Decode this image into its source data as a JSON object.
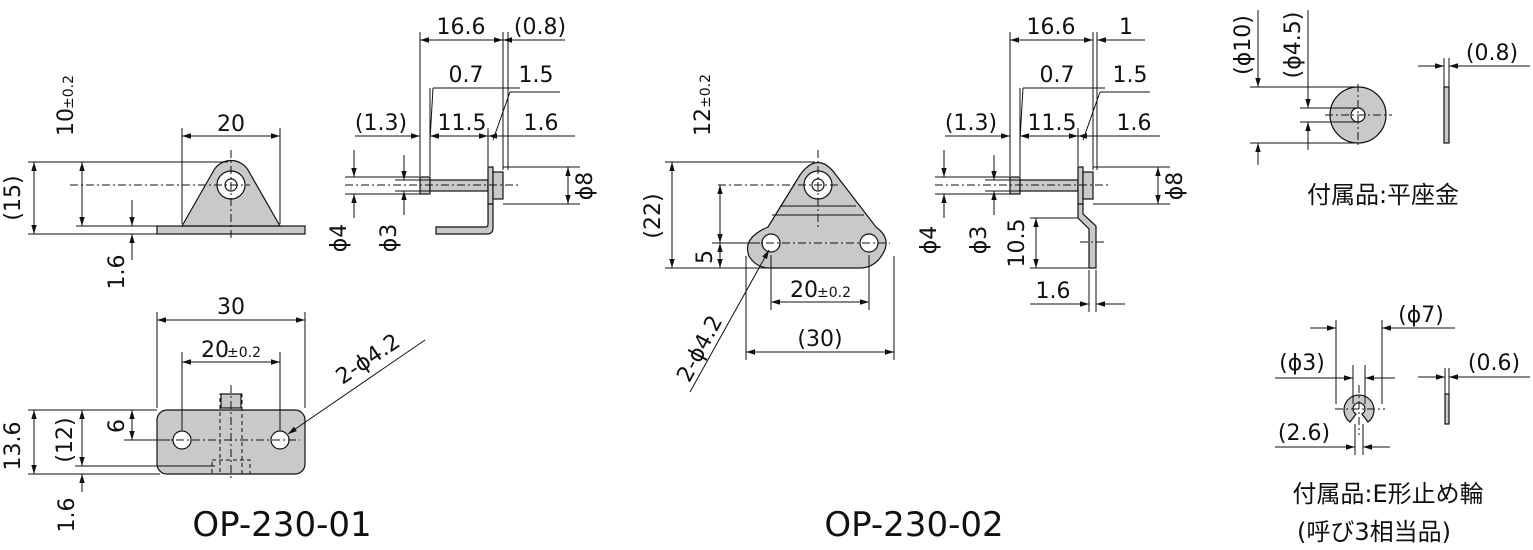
{
  "models": {
    "a": "OP-230-01",
    "b": "OP-230-02"
  },
  "accessories": {
    "washer_title": "付属品:平座金",
    "ering_title_1": "付属品:E形止め輪",
    "ering_title_2": "(呼び3相当品)"
  },
  "op230_01": {
    "front": {
      "width": "20",
      "height_main": "10",
      "height_tol": "±0.2",
      "height_total": "(15)",
      "plate_thickness": "1.6"
    },
    "side": {
      "len": "16.6",
      "tip": "(0.8)",
      "d1": "0.7",
      "d2": "1.5",
      "d3": "(1.3)",
      "d4": "11.5",
      "d5": "1.6",
      "dia_big": "ϕ8",
      "dia_a": "ϕ4",
      "dia_b": "ϕ3"
    },
    "top": {
      "width": "30",
      "pitch": "20",
      "pitch_tol": "±0.2",
      "holes": "2-ϕ4.2",
      "h_total": "13.6",
      "h_inner": "(12)",
      "h_off": "6",
      "thickness": "1.6"
    }
  },
  "op230_02": {
    "front": {
      "height_main": "12",
      "height_tol": "±0.2",
      "height_total": "(22)",
      "offset": "5",
      "pitch": "20",
      "pitch_tol": "±0.2",
      "width": "(30)",
      "holes": "2-ϕ4.2"
    },
    "side": {
      "len": "16.6",
      "tip": "1",
      "d1": "0.7",
      "d2": "1.5",
      "d3": "(1.3)",
      "d4": "11.5",
      "d5": "1.6",
      "dia_big": "ϕ8",
      "dia_a": "ϕ4",
      "dia_b": "ϕ3",
      "drop": "10.5",
      "plate": "1.6"
    }
  },
  "washer": {
    "outer": "(ϕ10)",
    "inner": "(ϕ4.5)",
    "thickness": "(0.8)"
  },
  "ering": {
    "outer": "(ϕ7)",
    "inner": "(ϕ3)",
    "gap": "(2.6)",
    "thickness": "(0.6)"
  }
}
